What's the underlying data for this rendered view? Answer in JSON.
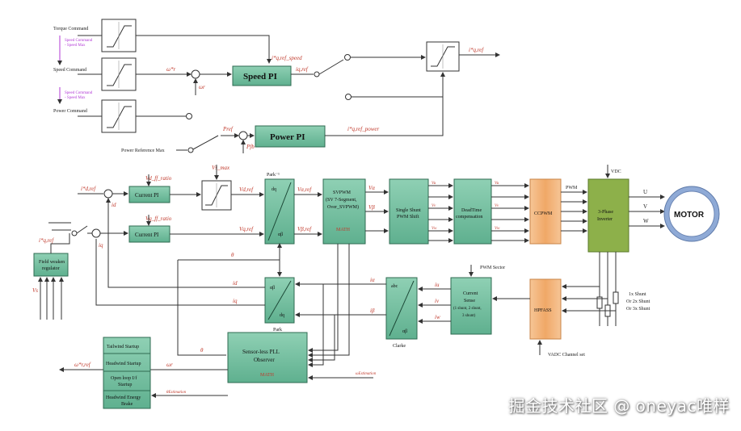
{
  "top_section": {
    "torque_command": "Torque Command",
    "speed_command": "Speed Command",
    "power_command": "Power Command",
    "speed_cmd_range_1a": "Speed Command",
    "speed_cmd_range_1b": "- Speed Max",
    "speed_cmd_range_2a": "Speed Command",
    "speed_cmd_range_2b": "- Speed Max",
    "omega_r_star": "ω*r",
    "omega_r": "ωr",
    "speed_pi": "Speed PI",
    "iq_ref_speed": "i*q,ref_speed",
    "iq_ref_speed_out": "iq,ref",
    "iq_ref_final": "i*q,ref",
    "power_pi": "Power PI",
    "p_ref": "Pref",
    "p_fb": "Pfb",
    "iq_ref_power": "i*q,ref_power",
    "power_reference_max": "Power Reference Max"
  },
  "bottom_section": {
    "id_ref": "i*d,ref",
    "iq_ref": "i*q,ref",
    "id_fb": "id",
    "iq_fb": "iq",
    "vd_ff": "Vd_ff_ratio",
    "vq_ff": "Vq_ff_ratio",
    "current_pi_d": "Current PI",
    "current_pi_q": "Current PI",
    "vs_max": "Vs_max",
    "vd_ref": "Vd,ref",
    "vq_ref": "Vq,ref",
    "park_inv": "Park⁻¹",
    "dq": "dq",
    "ab": "αβ",
    "v_alpha_ref": "Vα,ref",
    "v_beta_ref": "Vβ,ref",
    "svpwm_line1": "SVPWM",
    "svpwm_line2": "(SV 7-Segment,",
    "svpwm_line3": "Over_SVPWM)",
    "svpwm_tag": "MATH",
    "v_alpha": "Vα",
    "v_beta": "Vβ",
    "single_shunt_1": "Single Shunt",
    "single_shunt_2": "PWM Shift",
    "deadtime_1": "DeadTime",
    "deadtime_2": "compensation",
    "vu": "Vu",
    "vv": "Vv",
    "vw": "Vw",
    "ccpwm": "CCPWM",
    "pwm": "PWM",
    "inverter_1": "3-Phase",
    "inverter_2": "Inverter",
    "vdc": "VDC",
    "u": "U",
    "v": "V",
    "w": "W",
    "motor": "MOTOR",
    "field_weaken_1": "Field weaken",
    "field_weaken_2": "regulator",
    "vs": "Vs",
    "theta": "θ",
    "park": "Park",
    "clarke": "Clarke",
    "abc": "abc",
    "i_alpha": "iα",
    "i_beta": "iβ",
    "iu": "iu",
    "iv": "iv",
    "iw": "iw",
    "current_sense_1": "Current",
    "current_sense_2": "Sense",
    "current_sense_3": "(1 shunt, 2 shunt,",
    "current_sense_4": "3 shunt)",
    "pwm_sector": "PWM Sector",
    "hpfass": "HPFASS",
    "vadc_channel": "VADC Channel set",
    "shunt_1": "1x Shunt",
    "shunt_2": "Or 2x Shunt",
    "shunt_3": "Or 3x Shunt",
    "observer_1": "Sensor-less PLL",
    "observer_2": "Observer",
    "observer_tag": "MATH",
    "omega_r_out": "ωr",
    "omega_r_ref": "ω*r,ref",
    "omega_estimator": "ωEstimation",
    "mode_1": "Tailwind Startup",
    "mode_2": "Headwind Startup",
    "mode_3a": "Open loop I/f",
    "mode_3b": "Startup",
    "mode_4a": "Headwind Energy",
    "mode_4b": "Brake",
    "theta_estimation": "θEstimation"
  },
  "watermark": "掘金技术社区 @ oneyac唯样",
  "colors": {
    "green_block": "#6fbe9e",
    "green_block_border": "#2f6b52",
    "light_green": "#9fd6bf",
    "orange_block": "#f2b077",
    "olive_block": "#8db04a",
    "motor_ring": "#8faad6",
    "signal_red": "#c0392b",
    "range_magenta": "#b23ad6"
  }
}
